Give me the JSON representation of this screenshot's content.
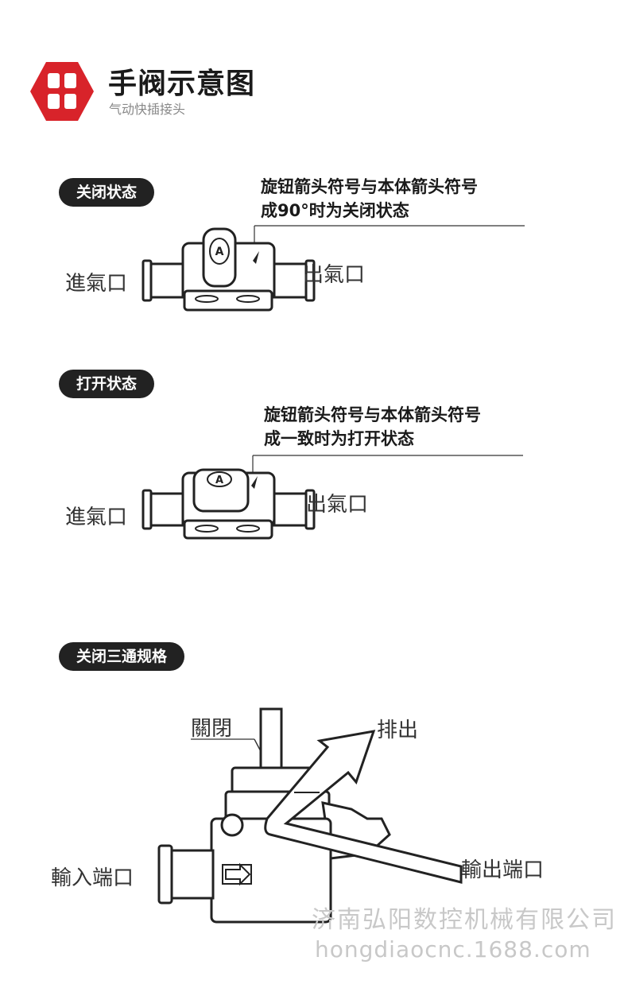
{
  "header": {
    "title": "手阀示意图",
    "subtitle": "气动快插接头",
    "brand_color": "#d8232a"
  },
  "sections": {
    "closed": {
      "pill": "关闭状态",
      "note_line1": "旋钮箭头符号与本体箭头符号",
      "note_line2": "成90°时为关闭状态",
      "inlet": "進氣口",
      "outlet": "出氣口",
      "knob_mark": "A"
    },
    "open": {
      "pill": "打开状态",
      "note_line1": "旋钮箭头符号与本体箭头符号",
      "note_line2": "成一致时为打开状态",
      "inlet": "進氣口",
      "outlet": "出氣口",
      "knob_mark": "A"
    },
    "three_way": {
      "pill": "关闭三通规格",
      "close_label": "關閉",
      "exhaust_label": "排出",
      "in_port": "輸入端口",
      "out_port": "輸出端口"
    }
  },
  "watermark": {
    "company": "济南弘阳数控机械有限公司",
    "url": "hongdiaocnc.1688.com"
  }
}
